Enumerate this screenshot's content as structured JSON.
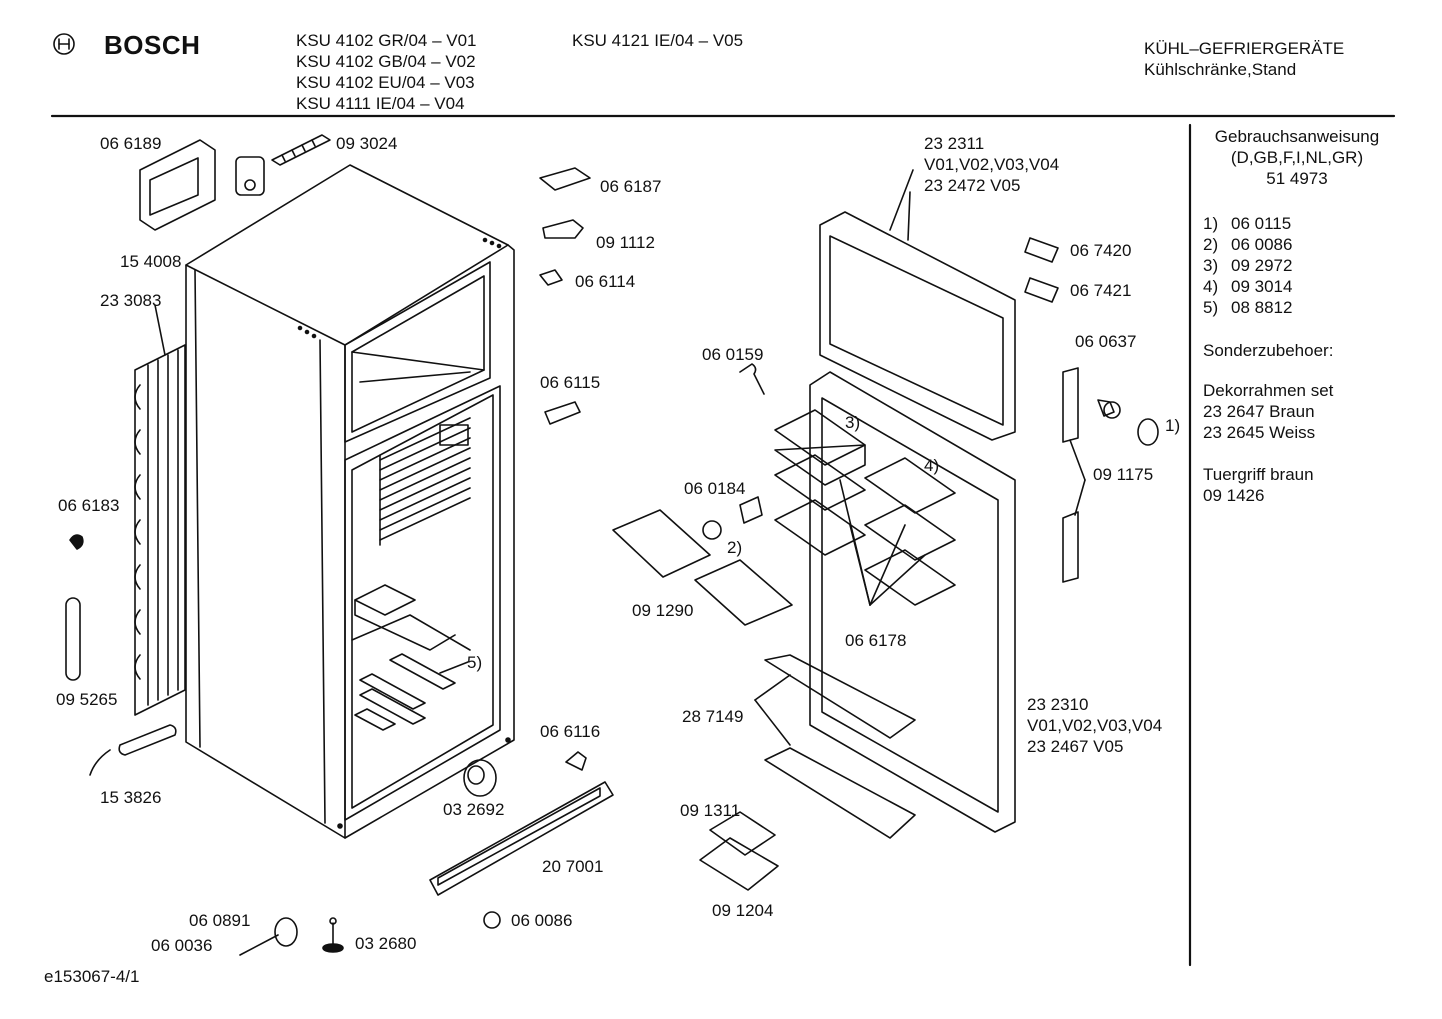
{
  "header": {
    "brand": "BOSCH",
    "models_left": [
      "KSU 4102 GR/04 – V01",
      "KSU 4102 GB/04 – V02",
      "KSU 4102 EU/04 – V03",
      "KSU 4111  IE/04 – V04"
    ],
    "models_mid": "KSU 4121  IE/04 – V05",
    "category_line1": "KÜHL–GEFRIERGERÄTE",
    "category_line2": "Kühlschränke,Stand"
  },
  "sidebar": {
    "manual_title": "Gebrauchsanweisung",
    "manual_langs": "(D,GB,F,I,NL,GR)",
    "manual_number": "51 4973",
    "numbered_parts": [
      {
        "idx": "1)",
        "part": "06 0115"
      },
      {
        "idx": "2)",
        "part": "06 0086"
      },
      {
        "idx": "3)",
        "part": "09 2972"
      },
      {
        "idx": "4)",
        "part": "09 3014"
      },
      {
        "idx": "5)",
        "part": "08 8812"
      }
    ],
    "accessories_title": "Sonderzubehoer:",
    "decor_title": "Dekorrahmen set",
    "decor_brown": "23 2647 Braun",
    "decor_white": "23 2645 Weiss",
    "handle_title": "Tuergriff  braun",
    "handle_number": "09 1426"
  },
  "callouts": {
    "p066189": "06 6189",
    "p093024": "09 3024",
    "p154008": "15 4008",
    "p233083": "23 3083",
    "p066183": "06 6183",
    "p095265": "09 5265",
    "p153826": "15 3826",
    "p066187": "06 6187",
    "p091112": "09 1112",
    "p066114": "06 6114",
    "p066115": "06 6115",
    "p060159": "06 0159",
    "p060184": "06 0184",
    "p2": "2)",
    "p091290": "09 1290",
    "p5": "5)",
    "p066116": "06 6116",
    "p032692": "03 2692",
    "p207001": "20 7001",
    "p060086": "06 0086",
    "p060891": "06 0891",
    "p060036": "06 0036",
    "p032680": "03 2680",
    "p232311": "23 2311",
    "p232311v": "V01,V02,V03,V04",
    "p232472": "23 2472 V05",
    "p067420": "06 7420",
    "p067421": "06 7421",
    "p060637": "06 0637",
    "p1": "1)",
    "p091175": "09 1175",
    "p3": "3)",
    "p4": "4)",
    "p066178": "06 6178",
    "p287149": "28 7149",
    "p091311": "09 1311",
    "p091204": "09 1204",
    "p232310": "23 2310",
    "p232310v": "V01,V02,V03,V04",
    "p232467": "23 2467 V05"
  },
  "footer": {
    "code": "e153067-4/1"
  }
}
